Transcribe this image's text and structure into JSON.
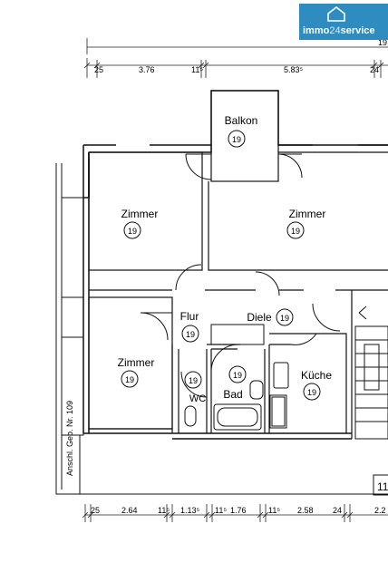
{
  "logo": {
    "prefix": "immo",
    "highlight": "24",
    "suffix": "service",
    "color": "#2e8cc0"
  },
  "top_dims": {
    "overall": "19.",
    "segments": [
      "25",
      "3.76",
      "11⁵",
      "5.83⁵",
      "24"
    ]
  },
  "bottom_dims": {
    "segments": [
      "25",
      "2.64",
      "11⁵",
      "1.13⁵",
      "11⁵",
      "1.76",
      "11⁵",
      "2.58",
      "24",
      "2.2"
    ]
  },
  "rooms": [
    {
      "id": "balkon",
      "label": "Balkon",
      "badge": "19"
    },
    {
      "id": "zimmer1",
      "label": "Zimmer",
      "badge": "19"
    },
    {
      "id": "zimmer2",
      "label": "Zimmer",
      "badge": "19"
    },
    {
      "id": "zimmer3",
      "label": "Zimmer",
      "badge": "19"
    },
    {
      "id": "flur",
      "label": "Flur",
      "badge": "19"
    },
    {
      "id": "diele",
      "label": "Diele",
      "badge": "19"
    },
    {
      "id": "wc",
      "label": "WC",
      "badge": "19"
    },
    {
      "id": "bad",
      "label": "Bad",
      "badge": "19"
    },
    {
      "id": "kueche",
      "label": "Küche",
      "badge": "19"
    }
  ],
  "side_note": "Anschl. Geb. Nr. 109",
  "corner_label": "11"
}
